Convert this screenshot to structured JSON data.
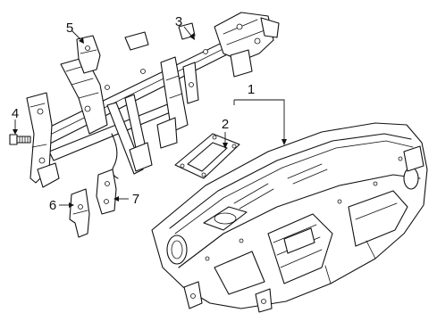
{
  "diagram": {
    "callouts": [
      {
        "id": "1",
        "label": "1"
      },
      {
        "id": "2",
        "label": "2"
      },
      {
        "id": "3",
        "label": "3"
      },
      {
        "id": "4",
        "label": "4"
      },
      {
        "id": "5",
        "label": "5"
      },
      {
        "id": "6",
        "label": "6"
      },
      {
        "id": "7",
        "label": "7"
      }
    ],
    "parts": [
      {
        "callout": "1",
        "part": "instrument-panel"
      },
      {
        "callout": "2",
        "part": "panel-bracket"
      },
      {
        "callout": "3",
        "part": "cross-car-beam"
      },
      {
        "callout": "4",
        "part": "bolt"
      },
      {
        "callout": "5",
        "part": "beam-bracket"
      },
      {
        "callout": "6",
        "part": "support-bracket-left"
      },
      {
        "callout": "7",
        "part": "support-bracket-right"
      }
    ]
  }
}
